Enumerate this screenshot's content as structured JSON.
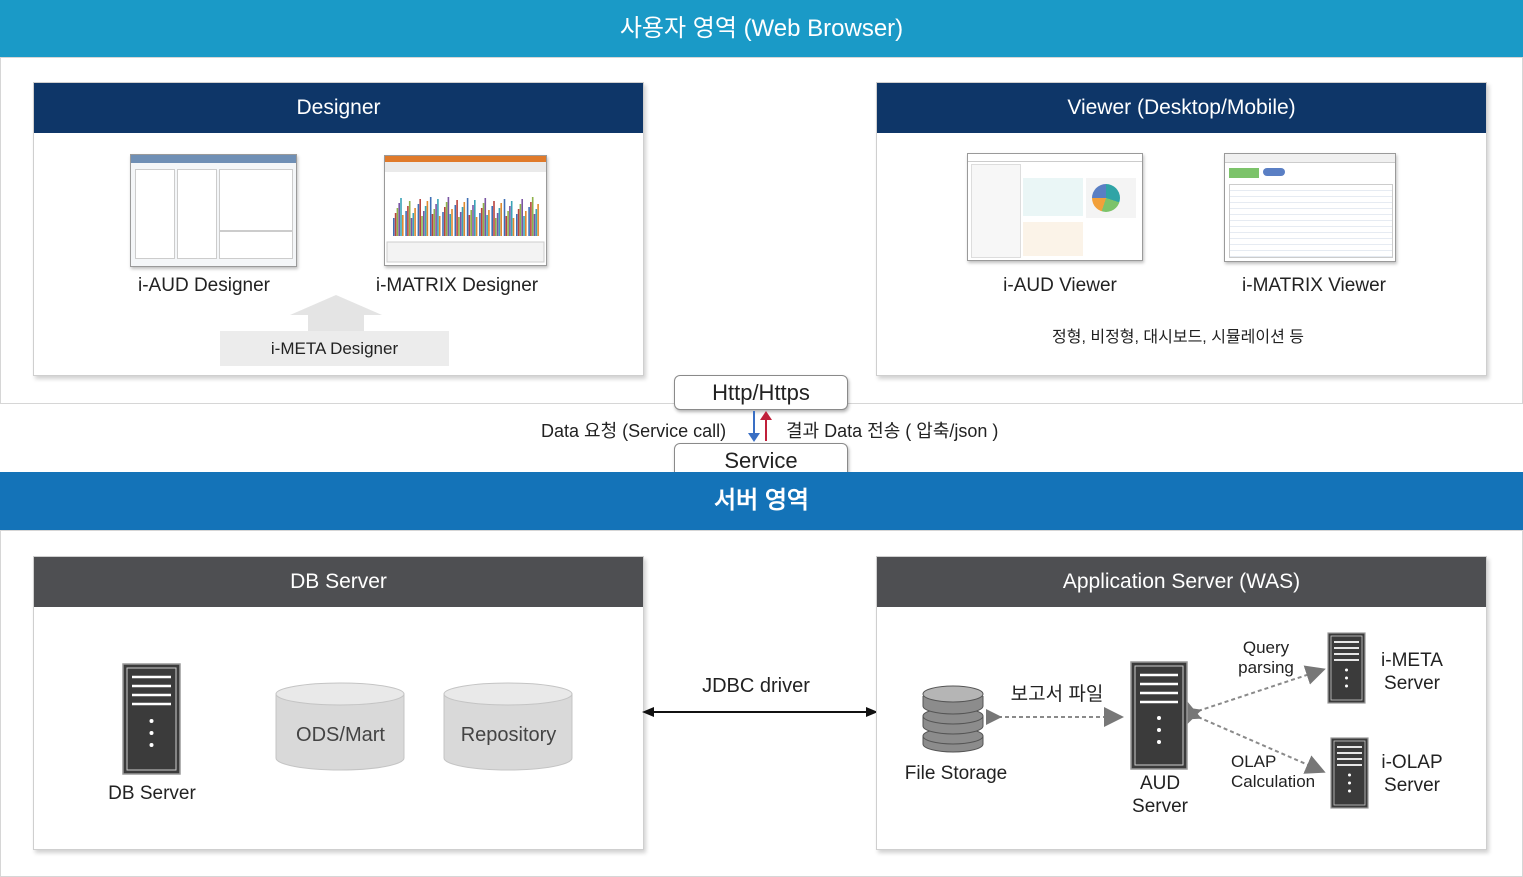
{
  "bands": {
    "user_area": "사용자 영역 (Web Browser)",
    "server_area": "서버 영역"
  },
  "designer_panel": {
    "title": "Designer",
    "items": [
      "i-AUD Designer",
      "i-MATRIX Designer"
    ],
    "meta": "i-META Designer"
  },
  "viewer_panel": {
    "title": "Viewer (Desktop/Mobile)",
    "items": [
      "i-AUD Viewer",
      "i-MATRIX Viewer"
    ],
    "note": "정형, 비정형, 대시보드, 시뮬레이션 등"
  },
  "connection": {
    "protocol": "Http/Https",
    "service": "Service",
    "request": "Data 요청 (Service call)",
    "response": "결과 Data 전송 ( 압축/json )",
    "colors": {
      "request_arrow": "#3a6fc4",
      "response_arrow": "#c0203a"
    }
  },
  "db_panel": {
    "title": "DB Server",
    "server_label": "DB Server",
    "stores": [
      "ODS/Mart",
      "Repository"
    ]
  },
  "jdbc": {
    "label": "JDBC driver"
  },
  "app_panel": {
    "title": "Application Server (WAS)",
    "file_storage": "File Storage",
    "report_file": "보고서 파일",
    "aud_server": [
      "AUD",
      "Server"
    ],
    "query_parsing": [
      "Query",
      "parsing"
    ],
    "olap_calc": [
      "OLAP",
      "Calculation"
    ],
    "meta_server": [
      "i-META",
      "Server"
    ],
    "olap_server": [
      "i-OLAP",
      "Server"
    ]
  },
  "colors": {
    "top_band": "#1a9ac7",
    "mid_band": "#1473b8",
    "navy_head": "#0e3668",
    "gray_head": "#4e4f52"
  }
}
